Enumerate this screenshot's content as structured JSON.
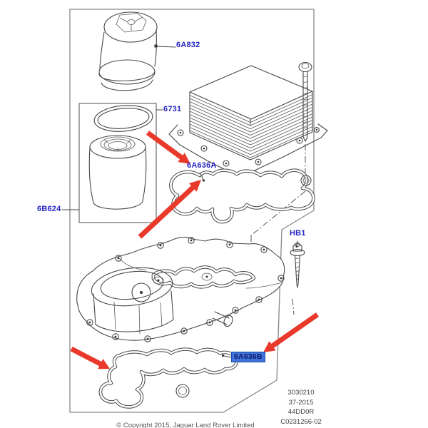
{
  "callouts": {
    "cap": {
      "text": "6A832"
    },
    "oring": {
      "text": "6731"
    },
    "filter_kit": {
      "text": "6B624"
    },
    "gasket_upper": {
      "text": "6A636A"
    },
    "bolt": {
      "text": "HB1"
    },
    "gasket_lower": {
      "text": "6A636B",
      "state": "highlighted-selected"
    }
  },
  "footer": {
    "part_numbers": [
      "3030210",
      "37-2015",
      "44DD0R",
      "C0231266-02"
    ],
    "copyright": "© Copyright 2015, Jaguar Land Rover Limited"
  },
  "colors": {
    "label-blue": "#2323c4",
    "arrow-red": "#e8392b",
    "highlight-bg": "#3f74d8",
    "highlight-text": "#0d1b6e"
  }
}
